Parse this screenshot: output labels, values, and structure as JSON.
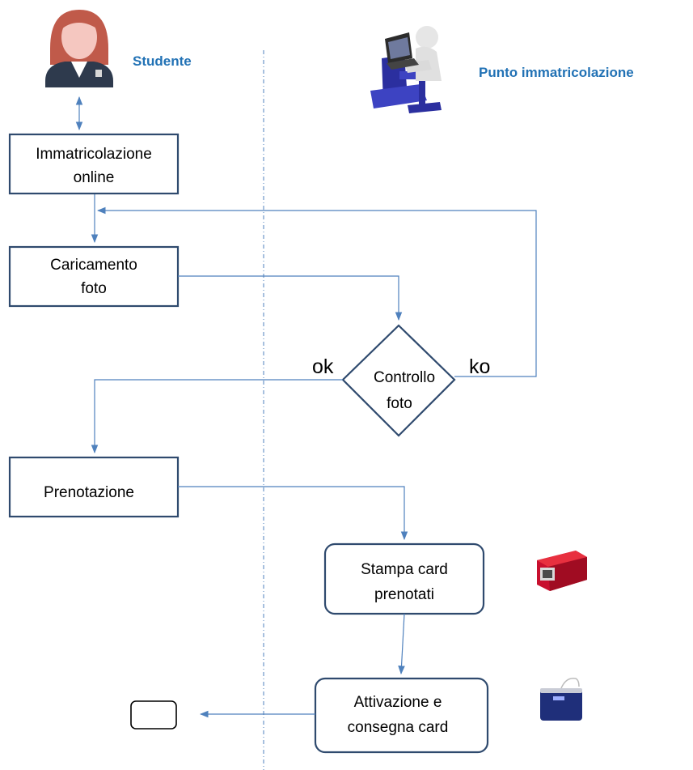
{
  "lanes": {
    "student": "Studente",
    "office": "Punto immatricolazione"
  },
  "nodes": {
    "immatricolazione": [
      "Immatricolazione",
      "online"
    ],
    "caricamento": [
      "Caricamento",
      "foto"
    ],
    "controllo": [
      "Controllo",
      "foto"
    ],
    "prenotazione": [
      "Prenotazione"
    ],
    "stampa": [
      "Stampa card",
      "prenotati"
    ],
    "attivazione": [
      "Attivazione e",
      "consegna card"
    ]
  },
  "labels": {
    "ok": "ok",
    "ko": "ko"
  },
  "icons": {
    "student": "student-avatar-icon",
    "operator": "operator-at-laptop-icon",
    "printer": "card-printer-icon",
    "reader": "card-reader-icon",
    "card": "card-icon"
  },
  "colors": {
    "lane_title": "#2272b5",
    "box_border": "#2f4a6e",
    "arrow": "#4f81bd",
    "divider": "#4f81bd"
  }
}
